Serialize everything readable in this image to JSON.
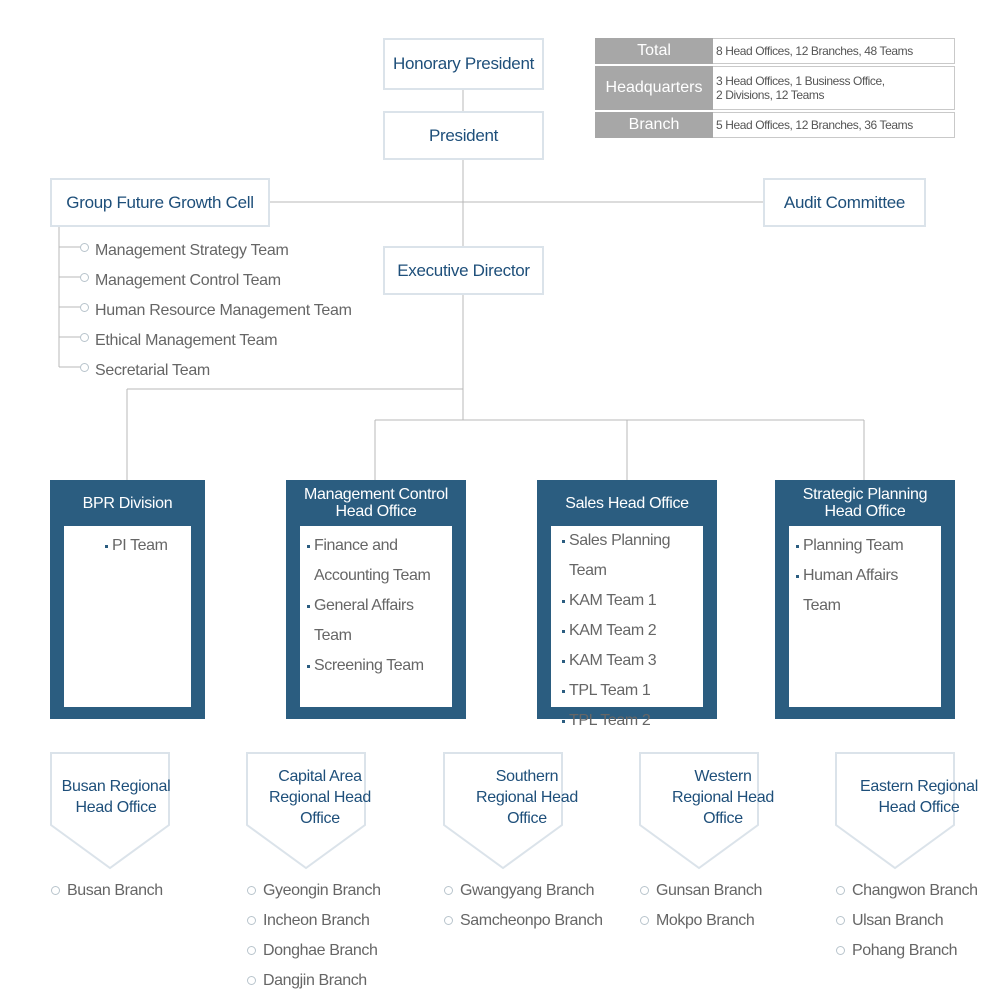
{
  "summary": [
    {
      "label": "Total",
      "value_lines": [
        "8 Head Offices, 12 Branches, 48 Teams"
      ]
    },
    {
      "label": "Headquarters",
      "value_lines": [
        "3 Head Offices, 1 Business Office,",
        "2 Divisions, 12 Teams"
      ]
    },
    {
      "label": "Branch",
      "value_lines": [
        "5 Head Offices, 12 Branches, 36 Teams"
      ]
    }
  ],
  "top": {
    "honorary_president": "Honorary President",
    "president": "President",
    "group_future_growth_cell": "Group Future Growth Cell",
    "audit_committee": "Audit Committee",
    "executive_director": "Executive Director"
  },
  "cell_teams": [
    "Management Strategy Team",
    "Management Control Team",
    "Human Resource Management Team",
    "Ethical Management Team",
    "Secretarial Team"
  ],
  "divisions": [
    {
      "title": "BPR Division",
      "teams": [
        "PI Team"
      ]
    },
    {
      "title": "Management Control Head Office",
      "teams": [
        "Finance and Accounting Team",
        "General Affairs Team",
        "Screening Team"
      ]
    },
    {
      "title": "Sales Head Office",
      "teams": [
        "Sales Planning Team",
        "KAM Team 1",
        "KAM Team 2",
        "KAM Team 3",
        "TPL Team 1",
        "TPL Team 2"
      ]
    },
    {
      "title": "Strategic Planning Head Office",
      "teams": [
        "Planning Team",
        "Human Affairs Team"
      ]
    }
  ],
  "regional": [
    {
      "title": "Busan Regional Head Office",
      "branches": [
        "Busan Branch"
      ]
    },
    {
      "title": "Capital Area Regional Head Office",
      "branches": [
        "Gyeongin Branch",
        "Incheon Branch",
        "Donghae Branch",
        "Dangjin Branch"
      ]
    },
    {
      "title": "Southern Regional Head Office",
      "branches": [
        "Gwangyang Branch",
        "Samcheonpo Branch"
      ]
    },
    {
      "title": "Western Regional Head Office",
      "branches": [
        "Gunsan Branch",
        "Mokpo Branch"
      ]
    },
    {
      "title": "Eastern Regional Head Office",
      "branches": [
        "Changwon Branch",
        "Ulsan Branch",
        "Pohang Branch"
      ]
    }
  ],
  "colors": {
    "division_fill": "#2b5d80",
    "node_text": "#1e4f7a",
    "summary_label_fill": "#a7a7a7",
    "border": "#dbe3ea"
  }
}
